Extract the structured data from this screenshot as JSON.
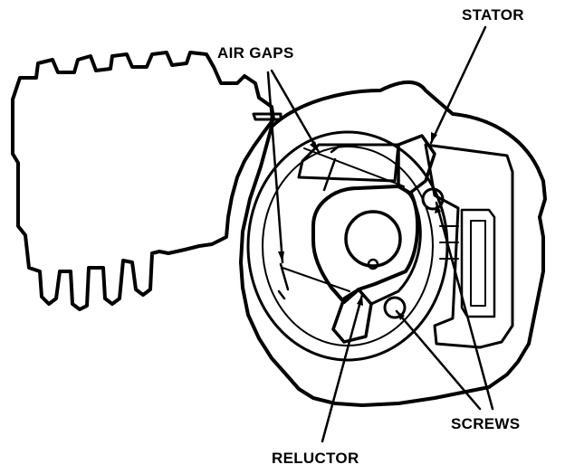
{
  "diagram": {
    "labels": {
      "stator": "STATOR",
      "air_gaps": "AIR GAPS",
      "screws": "SCREWS",
      "reluctor": "RELUCTOR"
    }
  }
}
